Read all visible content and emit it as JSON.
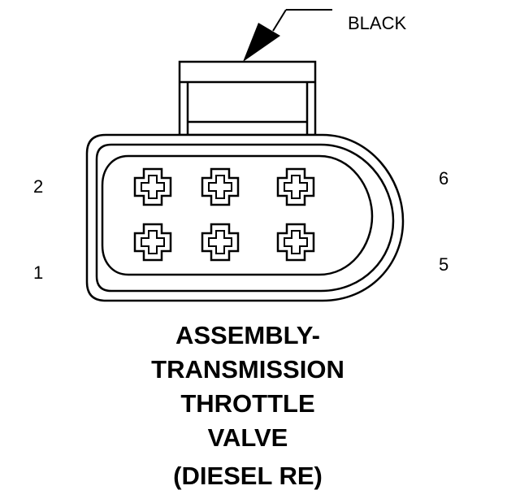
{
  "connector": {
    "color_label": "BLACK",
    "pin_labels": {
      "p1": "1",
      "p2": "2",
      "p5": "5",
      "p6": "6"
    }
  },
  "title": {
    "line1": "ASSEMBLY-",
    "line2": "TRANSMISSION",
    "line3": "THROTTLE",
    "line4": "VALVE",
    "line5": "(DIESEL RE)"
  },
  "colors": {
    "stroke": "#000000",
    "background": "#ffffff"
  }
}
